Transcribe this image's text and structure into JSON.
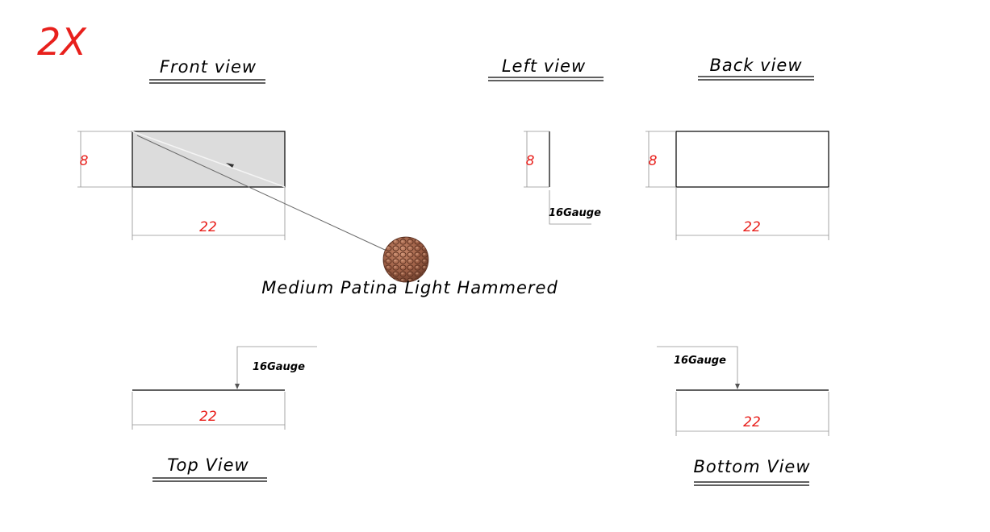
{
  "scale_label": "2X",
  "views": {
    "front": {
      "title": "Front view",
      "height": "8",
      "width": "22"
    },
    "left": {
      "title": "Left view",
      "height": "8",
      "gauge": "16Gauge"
    },
    "back": {
      "title": "Back view",
      "height": "8",
      "width": "22"
    },
    "top": {
      "title": "Top View",
      "width": "22",
      "gauge": "16Gauge"
    },
    "bottom": {
      "title": "Bottom View",
      "width": "22",
      "gauge": "16Gauge"
    }
  },
  "material": {
    "label": "Medium Patina Light Hammered",
    "swatch": "copper-hammered-swatch"
  },
  "colors": {
    "dimension_text": "#e8201c",
    "outline": "#000000",
    "extension_line": "#909090",
    "face_fill": "#dcdcdc",
    "swatch_base": "#a0654a"
  }
}
